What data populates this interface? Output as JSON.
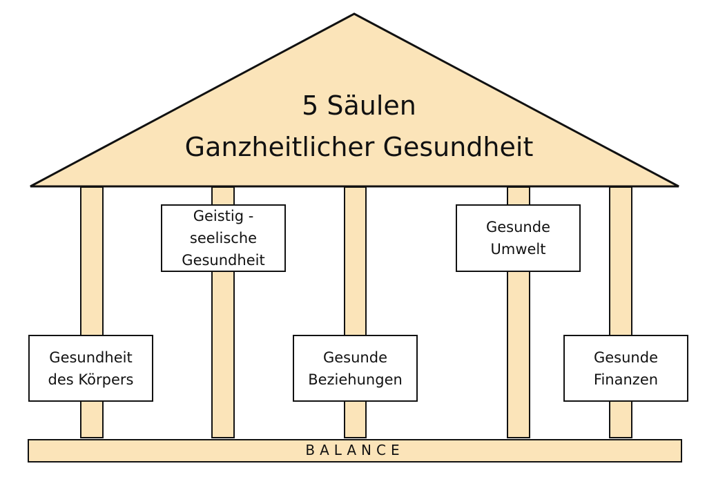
{
  "title": {
    "line1": "5 Säulen",
    "line2": "Ganzheitlicher Gesundheit"
  },
  "pillars": [
    {
      "lines": [
        "Gesundheit",
        "des Körpers"
      ]
    },
    {
      "lines": [
        "Geistig -",
        "seelische",
        "Gesundheit"
      ]
    },
    {
      "lines": [
        "Gesunde",
        "Beziehungen"
      ]
    },
    {
      "lines": [
        "Gesunde",
        "Umwelt"
      ]
    },
    {
      "lines": [
        "Gesunde",
        "Finanzen"
      ]
    }
  ],
  "base": {
    "label": "BALANCE"
  },
  "colors": {
    "fill": "#fbe4b9",
    "stroke": "#111111",
    "box": "#ffffff"
  }
}
